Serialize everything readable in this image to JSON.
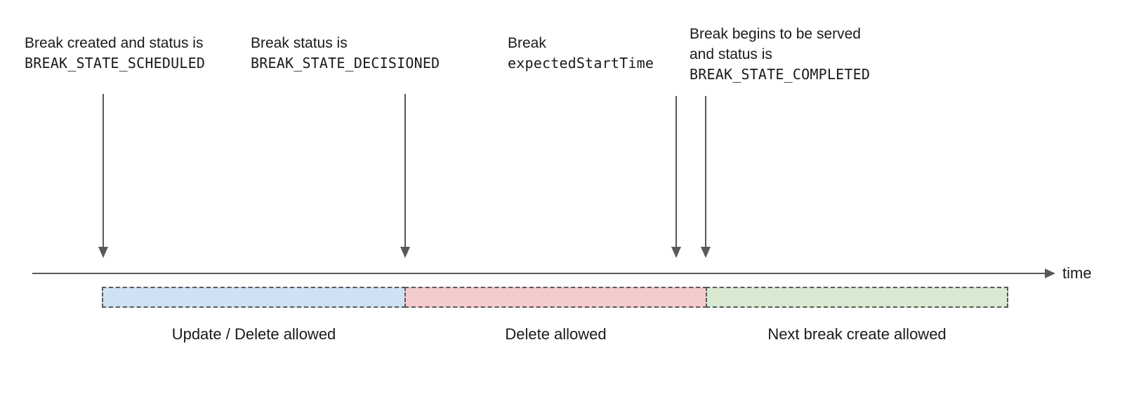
{
  "diagram": {
    "annotations": [
      {
        "name": "break-created",
        "lines": {
          "l1": "Break created and status is",
          "l2": "BREAK_STATE_SCHEDULED"
        }
      },
      {
        "name": "break-decisioned",
        "lines": {
          "l1": "Break status is",
          "l2": "BREAK_STATE_DECISIONED"
        }
      },
      {
        "name": "break-expected-start",
        "lines": {
          "l1": "Break",
          "l2": "expectedStartTime"
        }
      },
      {
        "name": "break-completed",
        "lines": {
          "l1": "Break begins to be served",
          "l2": "and status is",
          "l3": "BREAK_STATE_COMPLETED"
        }
      }
    ],
    "axis": {
      "label": "time"
    },
    "segments": [
      {
        "label": "Update / Delete allowed",
        "color": "#cfe2f3"
      },
      {
        "label": "Delete allowed",
        "color": "#f4cccc"
      },
      {
        "label": "Next break create allowed",
        "color": "#d9ead3"
      }
    ],
    "colors": {
      "line": "#595959",
      "border": "#595959",
      "text": "#1a1a1a",
      "background": "#ffffff"
    }
  }
}
